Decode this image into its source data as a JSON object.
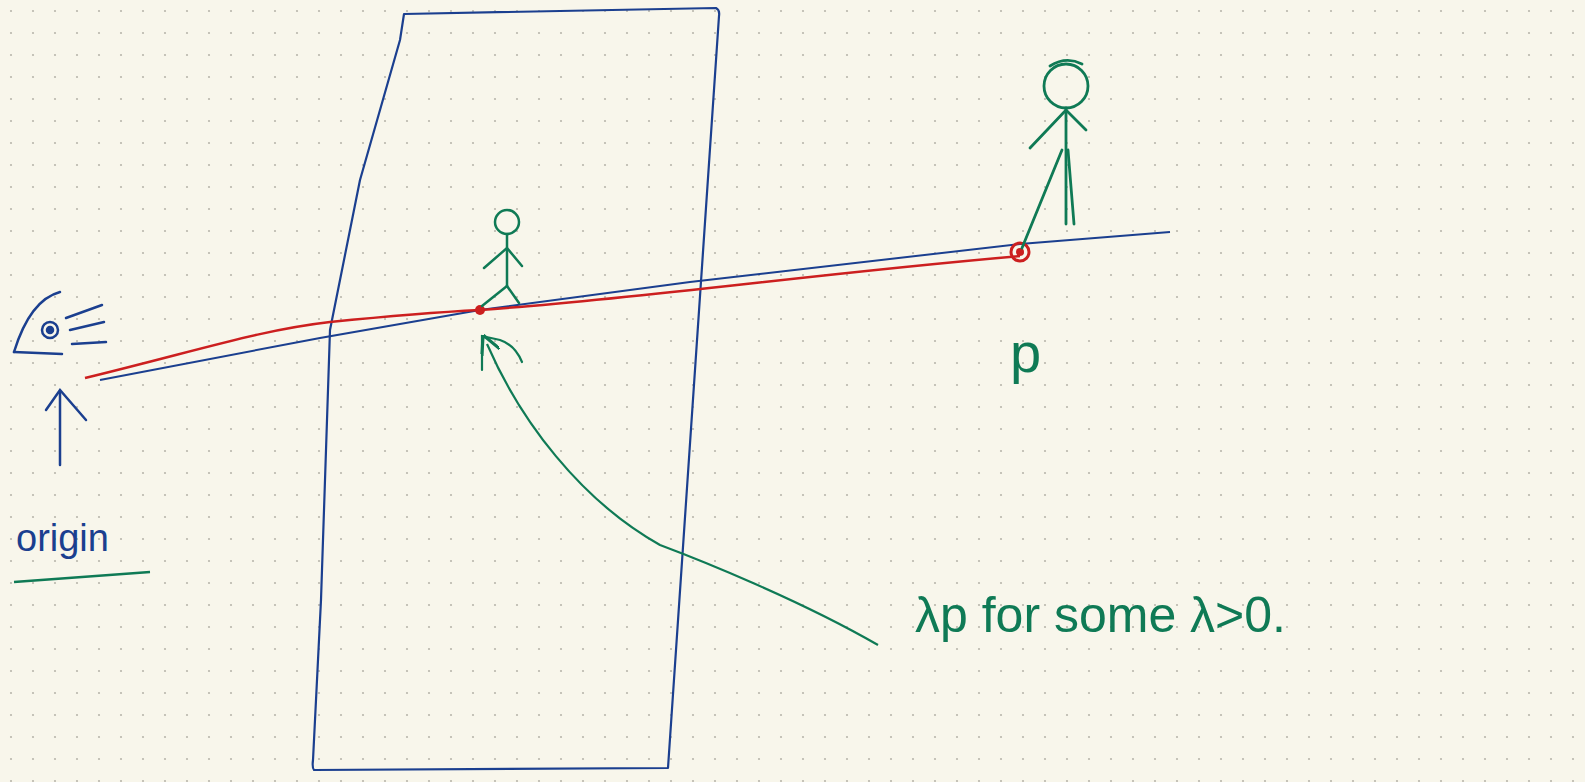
{
  "diagram": {
    "labels": [
      "origin",
      "p",
      "λp for some λ>0."
    ]
  }
}
